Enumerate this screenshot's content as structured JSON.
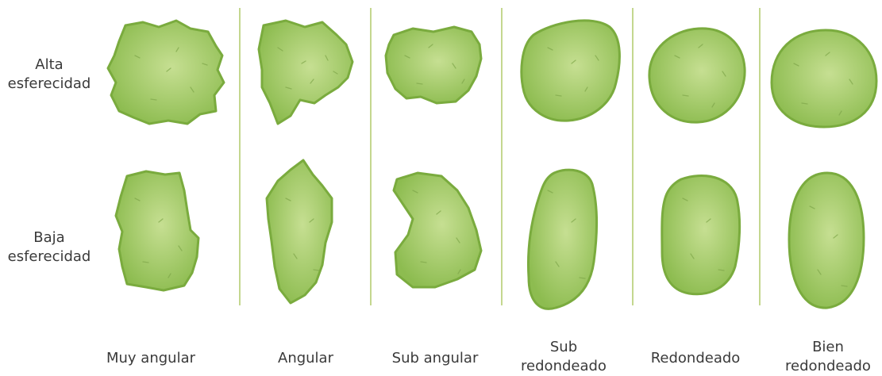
{
  "rows": [
    {
      "label": "Alta\nesferecidad"
    },
    {
      "label": "Baja\nesferecidad"
    }
  ],
  "columns": [
    {
      "label": "Muy angular"
    },
    {
      "label": "Angular"
    },
    {
      "label": "Sub angular"
    },
    {
      "label": "Sub\nredondeado"
    },
    {
      "label": "Redondeado"
    },
    {
      "label": "Bien\nredondeado"
    }
  ],
  "colors": {
    "grain_fill_center": "#c3dc8e",
    "grain_fill_edge": "#8fbd52",
    "grain_outline": "#78a83c",
    "divider": "#c4d78f",
    "speckle": "#7fa64a"
  }
}
